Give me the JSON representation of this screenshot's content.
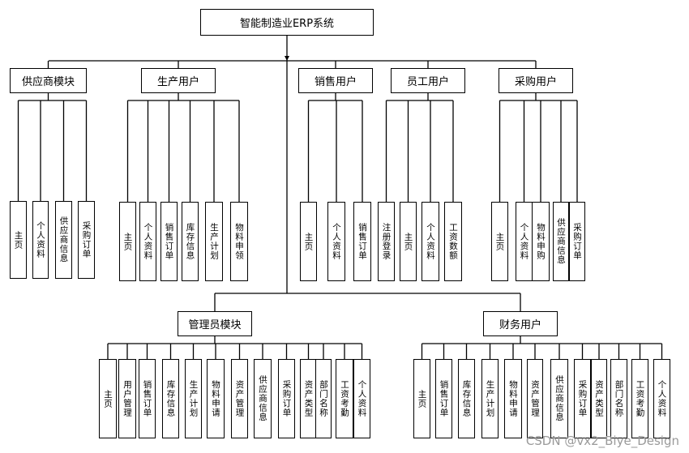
{
  "root": {
    "label": "智能制造业ERP系统"
  },
  "modules": [
    {
      "label": "供应商模块",
      "leaves": [
        "主页",
        "个人资料",
        "供应商信息",
        "采购订单"
      ]
    },
    {
      "label": "生产用户",
      "leaves": [
        "主页",
        "个人资料",
        "销售订单",
        "库存信息",
        "生产计划",
        "物料申领"
      ]
    },
    {
      "label": "销售用户",
      "leaves": [
        "主页",
        "个人资料",
        "销售订单"
      ]
    },
    {
      "label": "员工用户",
      "leaves": [
        "注册登录",
        "主页",
        "个人资料",
        "工资数额"
      ]
    },
    {
      "label": "采购用户",
      "leaves": [
        "主页",
        "个人资料",
        "物料申购",
        "供应商信息",
        "采购订单"
      ]
    },
    {
      "label": "管理员模块",
      "leaves": [
        "主页",
        "用户管理",
        "销售订单",
        "库存信息",
        "生产计划",
        "物料申请",
        "资产管理",
        "供应商信息",
        "采购订单",
        "资产类型",
        "部门名称",
        "工资考勤",
        "个人资料"
      ]
    },
    {
      "label": "财务用户",
      "leaves": [
        "主页",
        "销售订单",
        "库存信息",
        "生产计划",
        "物料申请",
        "资产管理",
        "供应商信息",
        "采购订单",
        "资产类型",
        "部门名称",
        "工资考勤",
        "个人资料"
      ]
    }
  ],
  "watermark": "CSDN @vx2_Biye_Design"
}
